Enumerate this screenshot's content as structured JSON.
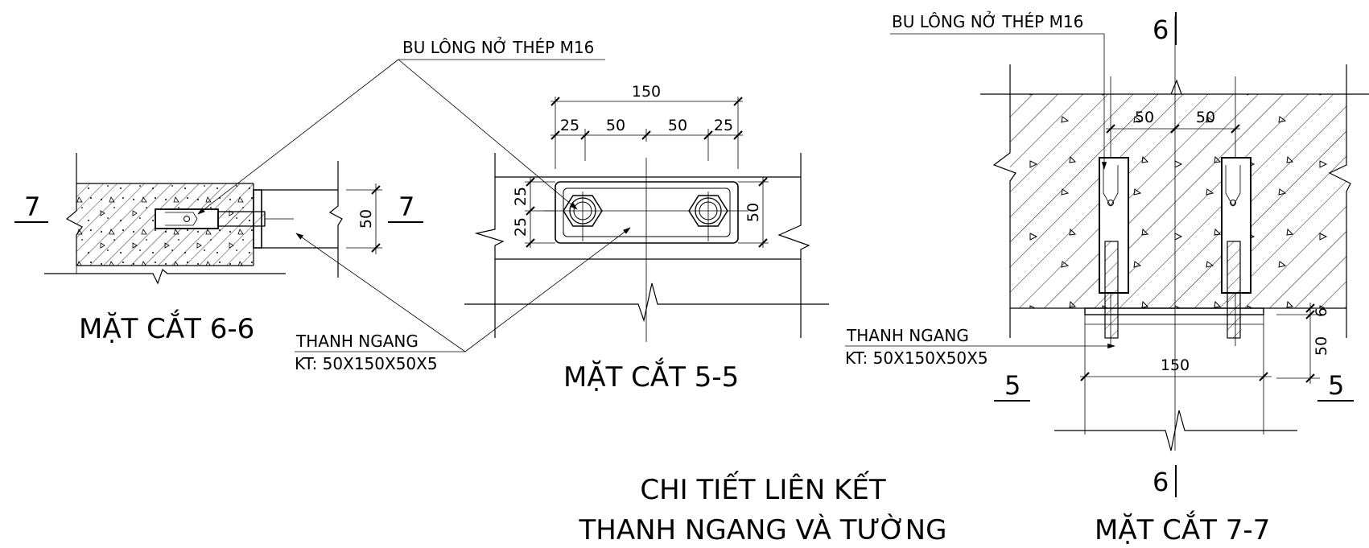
{
  "notes": {
    "bolt": "BU LÔNG NỞ THÉP M16",
    "bar_name": "THANH NGANG",
    "bar_size": "KT: 50X150X50X5"
  },
  "titles": {
    "sec66": "MẶT CẮT 6-6",
    "sec55": "MẶT CẮT 5-5",
    "sec77": "MẶT CẮT 7-7",
    "main_line1": "CHI TIẾT LIÊN KẾT",
    "main_line2": "THANH NGANG VÀ TƯỜNG"
  },
  "cut_marks": {
    "seven": "7",
    "six": "6",
    "five": "5"
  },
  "dimensions": {
    "d150": "150",
    "d25": "25",
    "d50": "50",
    "d6": "6"
  }
}
